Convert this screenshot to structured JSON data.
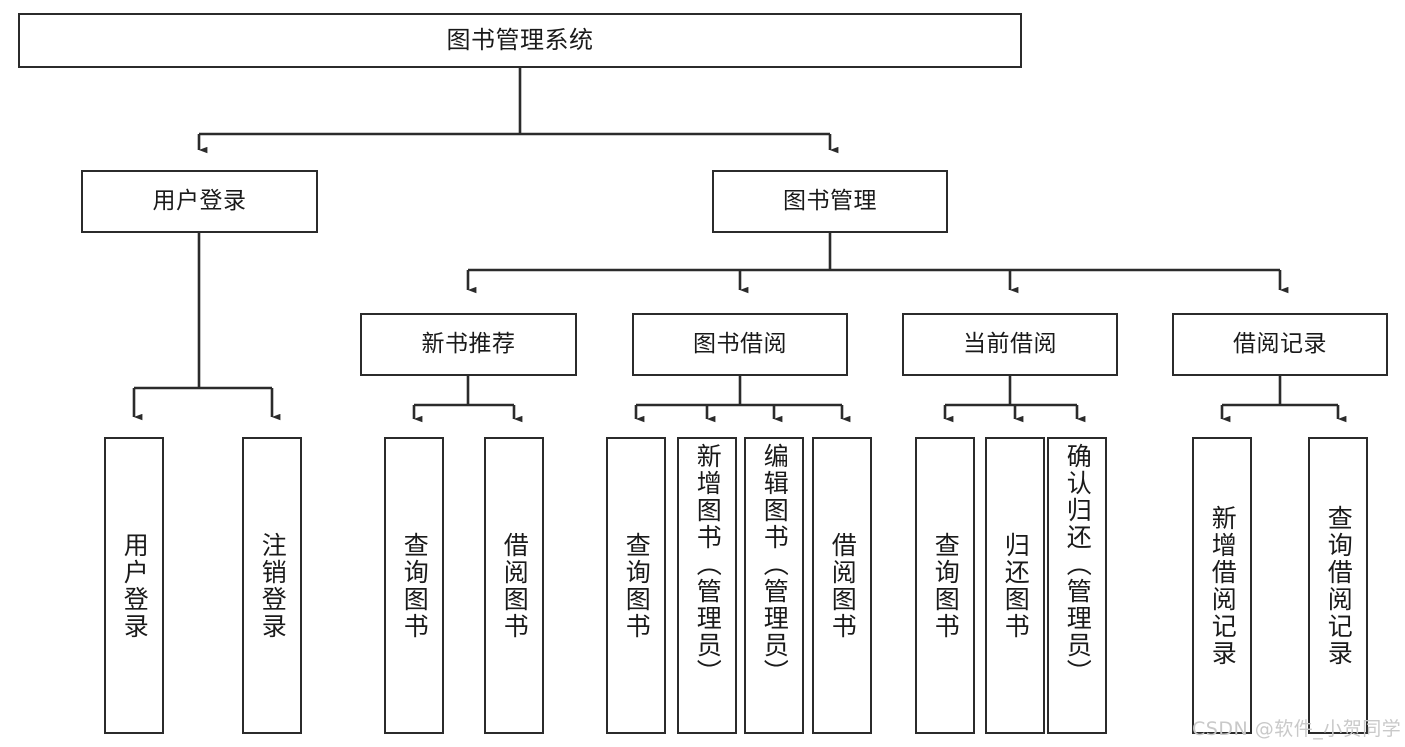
{
  "diagram": {
    "title": "图书管理系统",
    "type": "tree-hierarchy-chart",
    "stroke_color": "#2b2b2b",
    "fill_color": "#ffffff",
    "text_color": "#1a1a1a",
    "watermark": "CSDN @软件_小贺同学"
  },
  "nodes": {
    "root": {
      "label": "图书管理系统"
    },
    "level2": [
      {
        "id": "user-login",
        "label": "用户登录"
      },
      {
        "id": "book-management",
        "label": "图书管理"
      }
    ],
    "level3": [
      {
        "id": "new-book-recommend",
        "label": "新书推荐"
      },
      {
        "id": "book-borrow",
        "label": "图书借阅"
      },
      {
        "id": "current-borrow",
        "label": "当前借阅"
      },
      {
        "id": "borrow-record",
        "label": "借阅记录"
      }
    ],
    "leaves": {
      "user_login": [
        {
          "id": "leaf-user-login",
          "label": "用户登录"
        },
        {
          "id": "leaf-logout-login",
          "label": "注销登录"
        }
      ],
      "new_book_recommend": [
        {
          "id": "leaf-query-book-1",
          "label": "查询图书"
        },
        {
          "id": "leaf-borrow-book-1",
          "label": "借阅图书"
        }
      ],
      "book_borrow": [
        {
          "id": "leaf-query-book-2",
          "label": "查询图书"
        },
        {
          "id": "leaf-add-book",
          "label": "新增图书（管理员）"
        },
        {
          "id": "leaf-edit-book",
          "label": "编辑图书（管理员）"
        },
        {
          "id": "leaf-borrow-book-2",
          "label": "借阅图书"
        }
      ],
      "current_borrow": [
        {
          "id": "leaf-query-book-3",
          "label": "查询图书"
        },
        {
          "id": "leaf-return-book",
          "label": "归还图书"
        },
        {
          "id": "leaf-confirm-return",
          "label": "确认归还（管理员）"
        }
      ],
      "borrow_record": [
        {
          "id": "leaf-add-record",
          "label": "新增借阅记录"
        },
        {
          "id": "leaf-query-record",
          "label": "查询借阅记录"
        }
      ]
    }
  }
}
